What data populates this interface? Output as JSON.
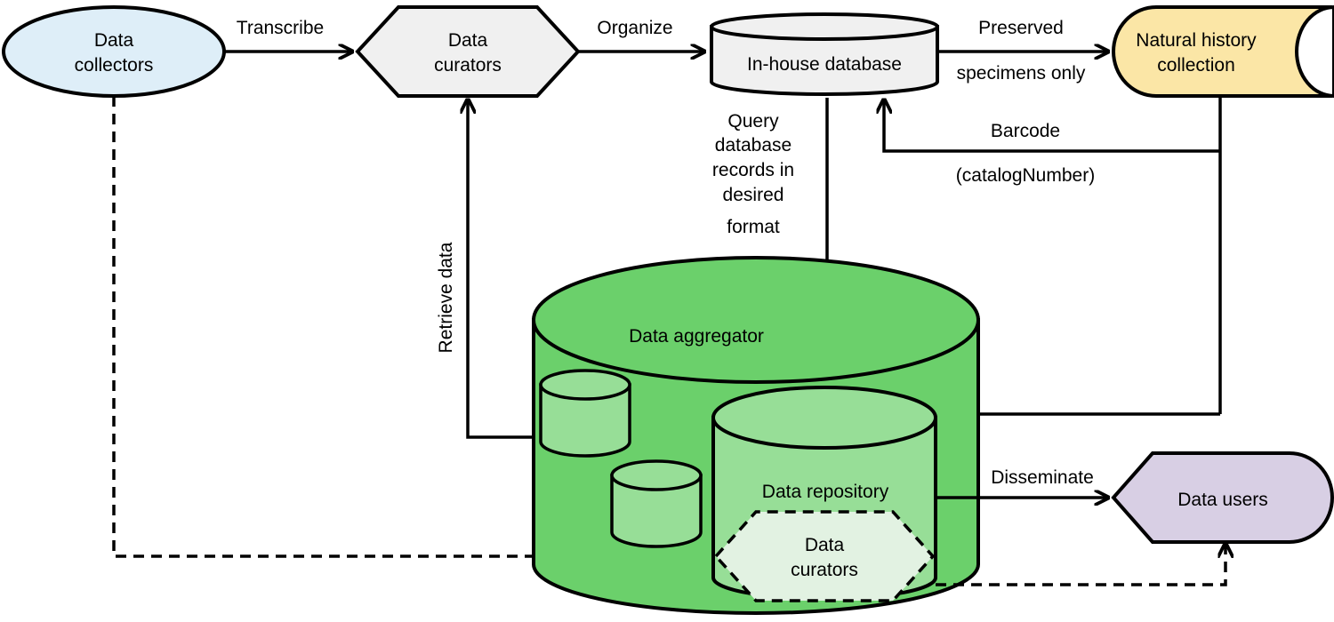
{
  "nodes": {
    "data_collectors": [
      "Data",
      "collectors"
    ],
    "data_curators_top": [
      "Data",
      "curators"
    ],
    "in_house_database": "In-house database",
    "natural_history_collection": [
      "Natural history",
      "collection"
    ],
    "data_aggregator": "Data aggregator",
    "data_repository": "Data repository",
    "data_curators_repo": [
      "Data",
      "curators"
    ],
    "data_users": "Data users"
  },
  "edges": {
    "transcribe": "Transcribe",
    "organize": "Organize",
    "preserved": "Preserved",
    "specimens_only": "specimens only",
    "barcode": "Barcode",
    "catalog_number": "(catalogNumber)",
    "query": [
      "Query",
      "database",
      "records in",
      "desired",
      "format"
    ],
    "retrieve_data": "Retrieve data",
    "disseminate": "Disseminate"
  },
  "colors": {
    "collectors_fill": "#deeef8",
    "curators_fill": "#f0f0f0",
    "database_fill": "#f0f0f0",
    "collection_fill": "#fbe6a6",
    "aggregator_fill": "#6bd06b",
    "repository_fill": "#97de97",
    "repo_curators_fill": "#e2f2e2",
    "users_fill": "#d8cfe4"
  }
}
